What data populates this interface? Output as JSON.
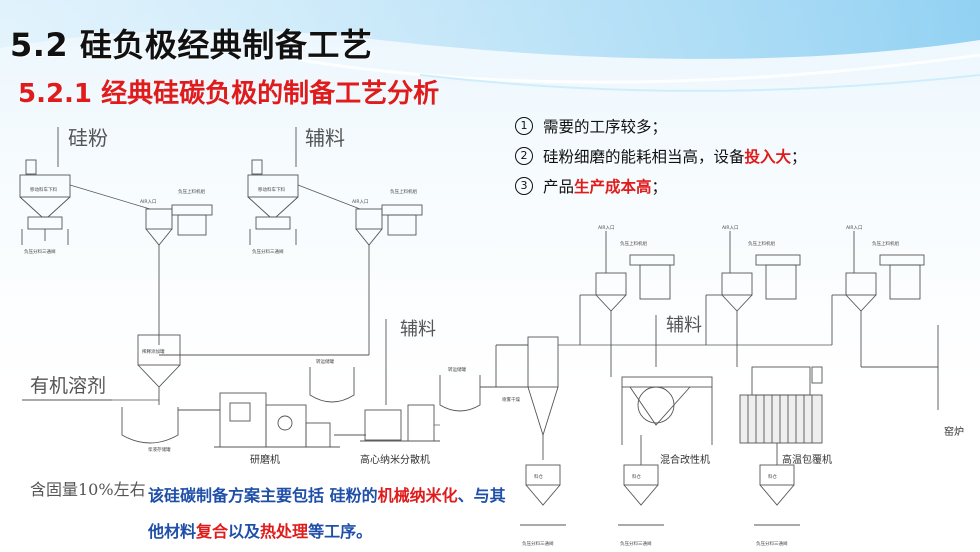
{
  "slide": {
    "title": "5.2 硅负极经典制备工艺",
    "subtitle": "5.2.1 经典硅碳负极的制备工艺分析"
  },
  "notes": [
    {
      "num": "1",
      "text": "需要的工序较多；"
    },
    {
      "num": "2",
      "pre": "硅粉细磨的能耗相当高，设备",
      "emph": "投入大",
      "post": "；"
    },
    {
      "num": "3",
      "pre": "产品",
      "emph": "生产成本高",
      "post": "；"
    }
  ],
  "diagram": {
    "handwritten": {
      "silicon_powder": "硅粉",
      "auxiliary_1": "辅料",
      "auxiliary_2": "辅料",
      "auxiliary_3": "辅料",
      "organic_solvent": "有机溶剂",
      "solid_content": "含固量10%左右"
    },
    "equipment": {
      "grinder": "研磨机",
      "disperser": "高心纳米分散机",
      "mixer": "混合改性机",
      "coater": "高温包覆机",
      "kiln": "窑炉"
    },
    "tiny": {
      "air_in": "AIR入口",
      "negative_feeder": "负压上料机组",
      "mobile_bin": "移动料车下料",
      "valve": "负压分料三通阀",
      "storage": "料仓",
      "slurry_tank": "浆液存储罐",
      "dilution_tank": "稀释添加罐",
      "transfer_tank": "转运储罐",
      "spray_dryer": "喷雾干燥"
    }
  },
  "summary": {
    "p1": "该硅碳制备方案主要包括 硅粉的",
    "e1": "机械纳米化",
    "p2": "、与其他材料",
    "e2": "复合",
    "p3": "以及",
    "e3": "热处理",
    "p4": "等工序。"
  },
  "colors": {
    "title": "#111111",
    "subtitle": "#e01b1b",
    "summary": "#1f4fa8",
    "emphasis": "#e01b1b"
  }
}
